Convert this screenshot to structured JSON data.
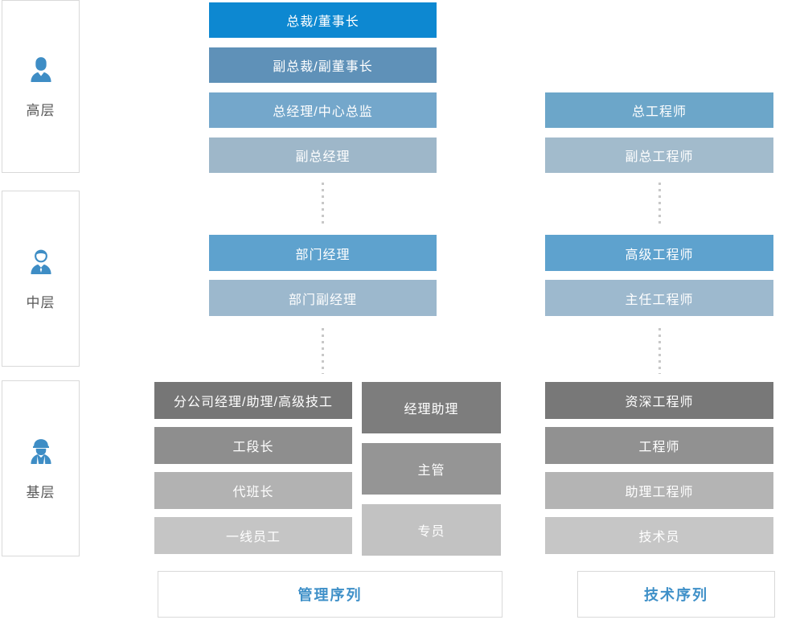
{
  "levels": [
    {
      "label": "高层",
      "icon": "executive-icon"
    },
    {
      "label": "中层",
      "icon": "manager-icon"
    },
    {
      "label": "基层",
      "icon": "worker-icon"
    }
  ],
  "management": {
    "footer_label": "管理序列",
    "senior": [
      {
        "label": "总裁/董事长",
        "color": "#0d88d1"
      },
      {
        "label": "副总裁/副董事长",
        "color": "#5f91b8"
      },
      {
        "label": "总经理/中心总监",
        "color": "#74a7cb"
      },
      {
        "label": "副总经理",
        "color": "#9eb7c9"
      }
    ],
    "middle": [
      {
        "label": "部门经理",
        "color": "#5ea2ce"
      },
      {
        "label": "部门副经理",
        "color": "#9cb8cd"
      }
    ],
    "base_left": [
      {
        "label": "分公司经理/助理/高级技工",
        "color": "#767676"
      },
      {
        "label": "工段长",
        "color": "#8e8e8e"
      },
      {
        "label": "代班长",
        "color": "#b2b2b2"
      },
      {
        "label": "一线员工",
        "color": "#c5c5c5"
      }
    ],
    "base_right": [
      {
        "label": "经理助理",
        "color": "#7d7d7d"
      },
      {
        "label": "主管",
        "color": "#959595"
      },
      {
        "label": "专员",
        "color": "#c2c2c2"
      }
    ]
  },
  "technical": {
    "footer_label": "技术序列",
    "senior": [
      {
        "label": "总工程师",
        "color": "#6ca6c9"
      },
      {
        "label": "副总工程师",
        "color": "#a2bbcc"
      }
    ],
    "middle": [
      {
        "label": "高级工程师",
        "color": "#5ea2ce"
      },
      {
        "label": "主任工程师",
        "color": "#9db9ce"
      }
    ],
    "base": [
      {
        "label": "资深工程师",
        "color": "#787878"
      },
      {
        "label": "工程师",
        "color": "#919191"
      },
      {
        "label": "助理工程师",
        "color": "#b4b4b4"
      },
      {
        "label": "技术员",
        "color": "#c6c6c6"
      }
    ]
  },
  "colors": {
    "icon_blue": "#3e8dc5",
    "accent_blue": "#0d88d1",
    "sequence_label_blue": "#3f90c8",
    "connector_dot": "#c8c8c8",
    "border_gray": "#d9d9d9"
  }
}
